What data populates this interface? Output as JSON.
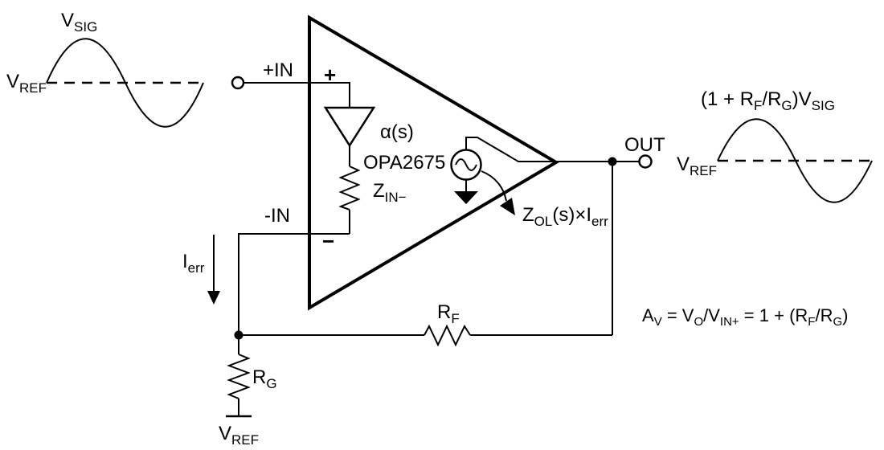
{
  "diagram": {
    "amplifier": {
      "part_number": "OPA2675",
      "buffer_gain_label": "α(s)",
      "noninverting_sign": "+",
      "inverting_sign": "−",
      "zin_label": {
        "main": "Z",
        "sub": "IN−"
      }
    },
    "terminals": {
      "noninverting_input": "+IN",
      "inverting_input": "-IN",
      "output": "OUT"
    },
    "internal_source_label": {
      "p1": "Z",
      "p1_sub": "OL",
      "p2": "(s)×I",
      "p2_sub": "err"
    },
    "error_current_label": {
      "main": "I",
      "sub": "err"
    },
    "feedback_resistor_label": {
      "main": "R",
      "sub": "F"
    },
    "gain_resistor_label": {
      "main": "R",
      "sub": "G"
    },
    "gain_resistor_reference_label": {
      "main": "V",
      "sub": "REF"
    },
    "input_waveform": {
      "signal_label": {
        "main": "V",
        "sub": "SIG"
      },
      "reference_label": {
        "main": "V",
        "sub": "REF"
      }
    },
    "output_waveform": {
      "title": {
        "p1": "(1 + R",
        "p1_sub": "F",
        "p2": "/R",
        "p2_sub": "G",
        "p3": ")V",
        "p3_sub": "SIG"
      },
      "reference_label": {
        "main": "V",
        "sub": "REF"
      }
    },
    "gain_equation": {
      "p1": "A",
      "p1_sub": "V",
      "p2": " = V",
      "p2_sub": "O",
      "p3": "/V",
      "p3_sub": "IN+",
      "p4": " = 1 + (R",
      "p4_sub": "F",
      "p5": "/R",
      "p5_sub": "G",
      "p6": ")"
    }
  },
  "colors": {
    "ink": "#000000",
    "background": "#ffffff"
  }
}
